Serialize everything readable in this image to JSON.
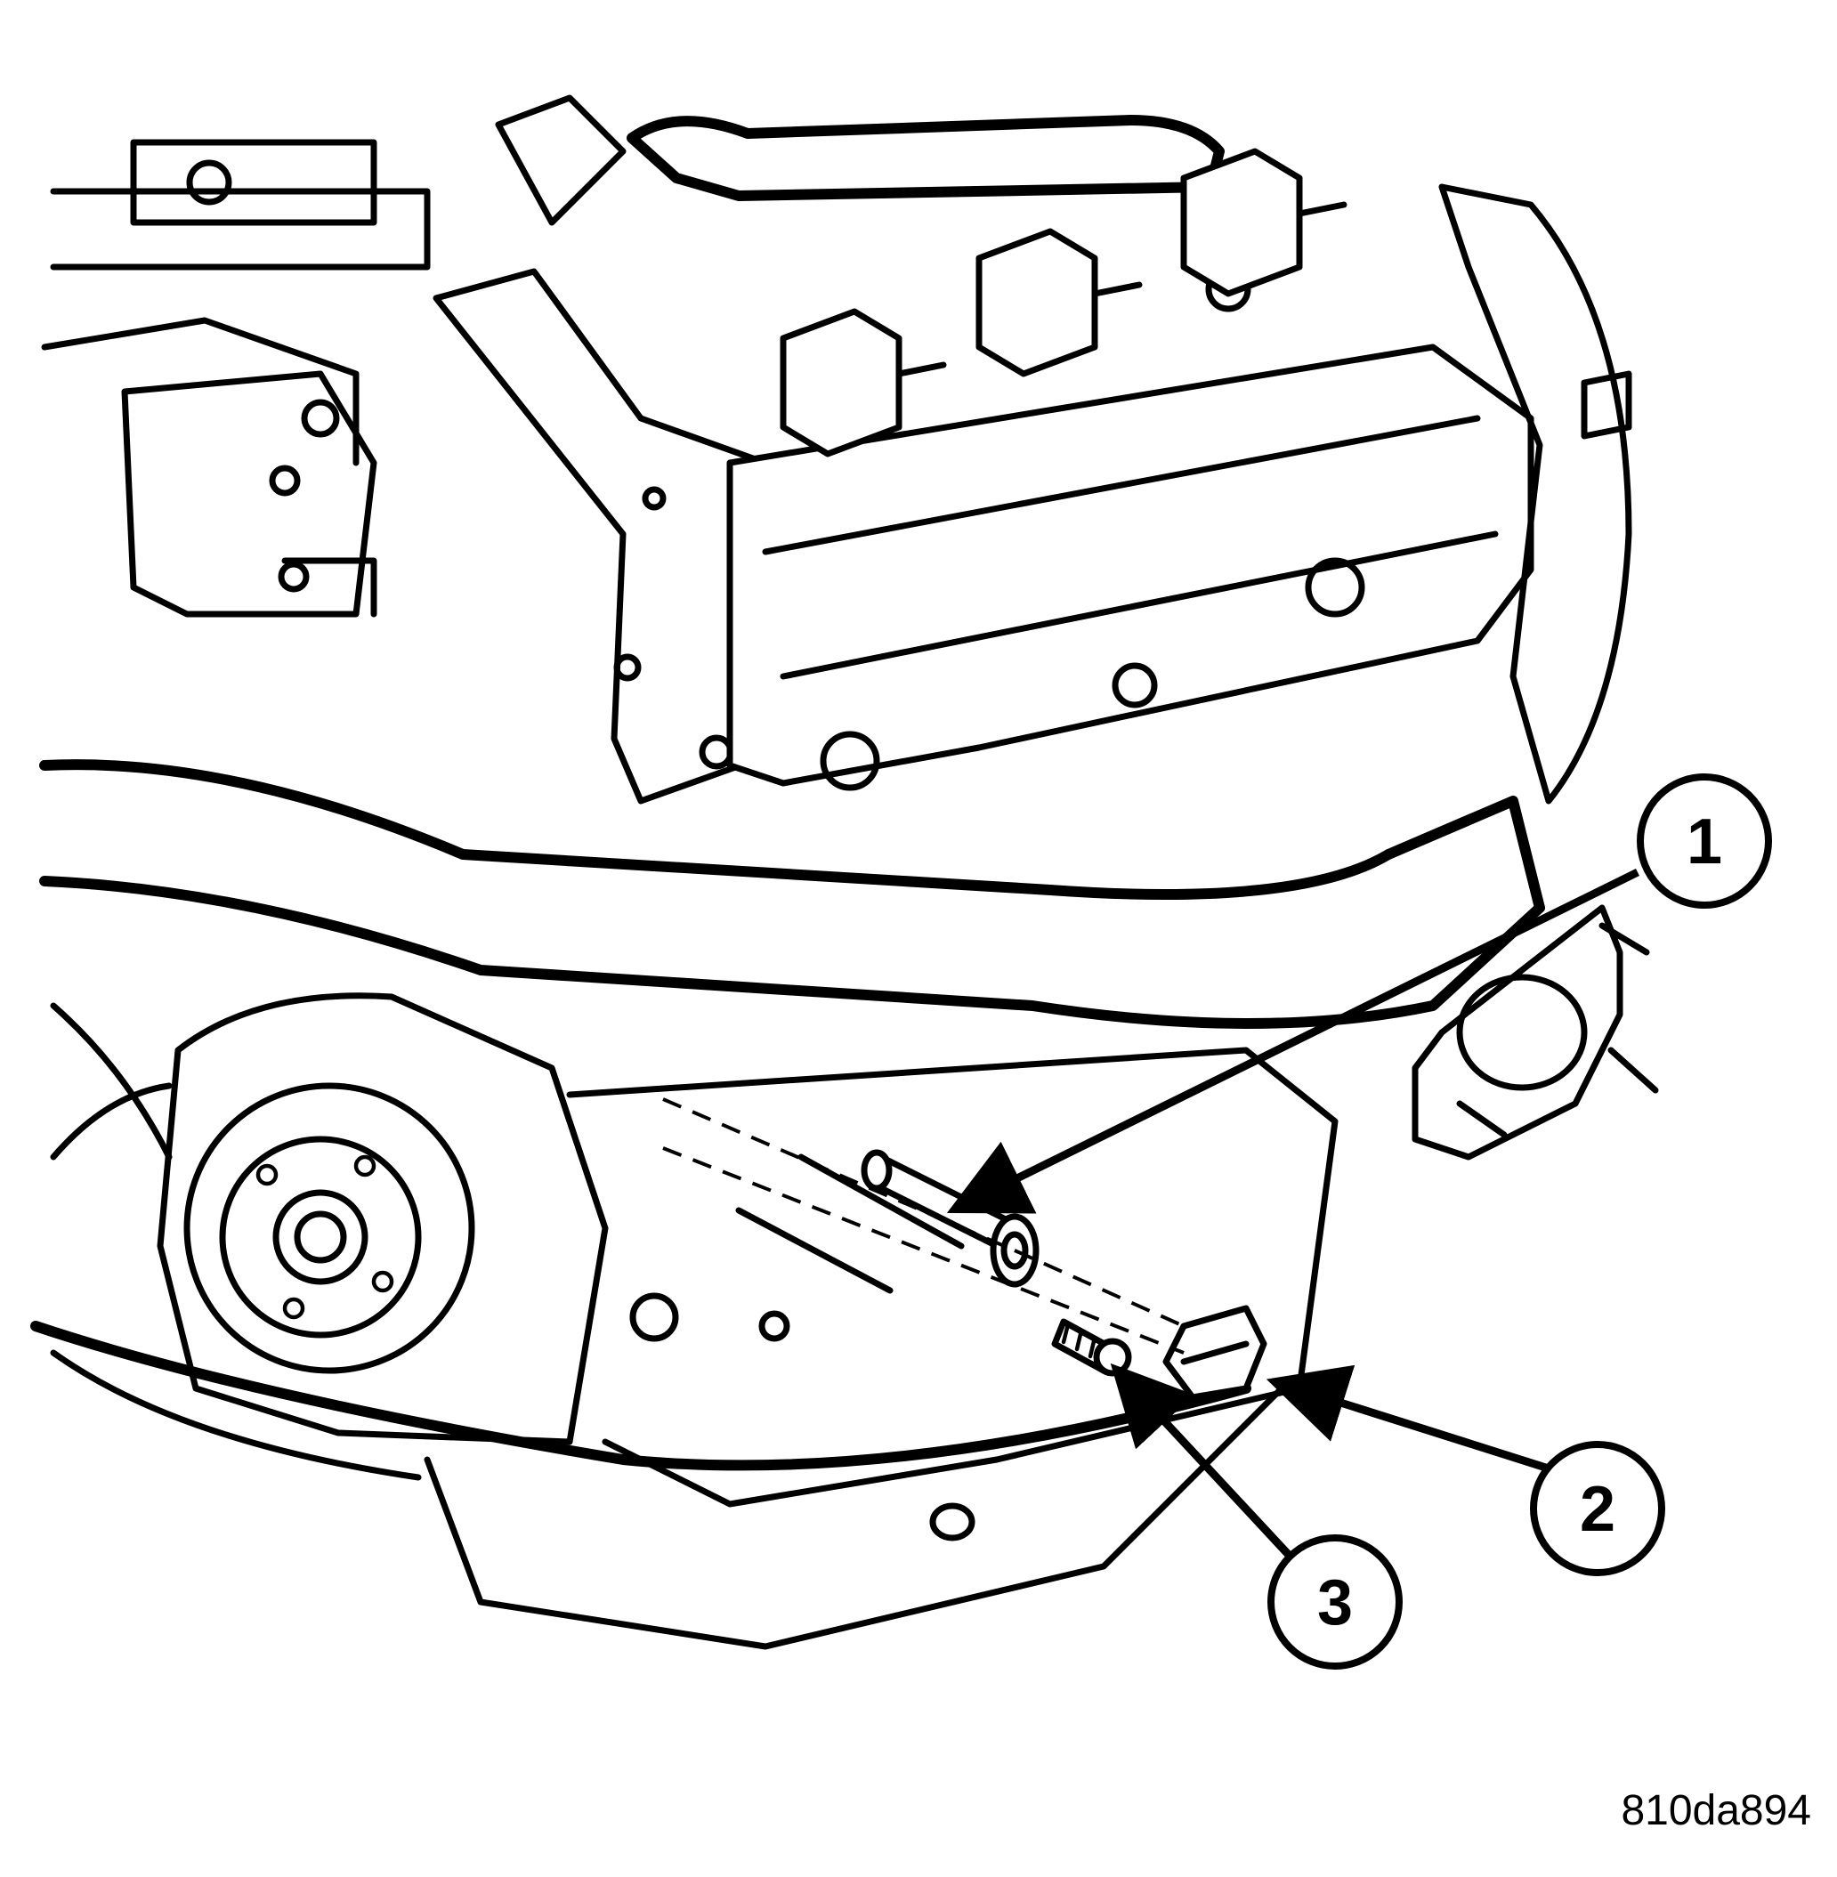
{
  "callouts": [
    {
      "label": "1"
    },
    {
      "label": "2"
    },
    {
      "label": "3"
    }
  ],
  "figure_id": "810da894"
}
